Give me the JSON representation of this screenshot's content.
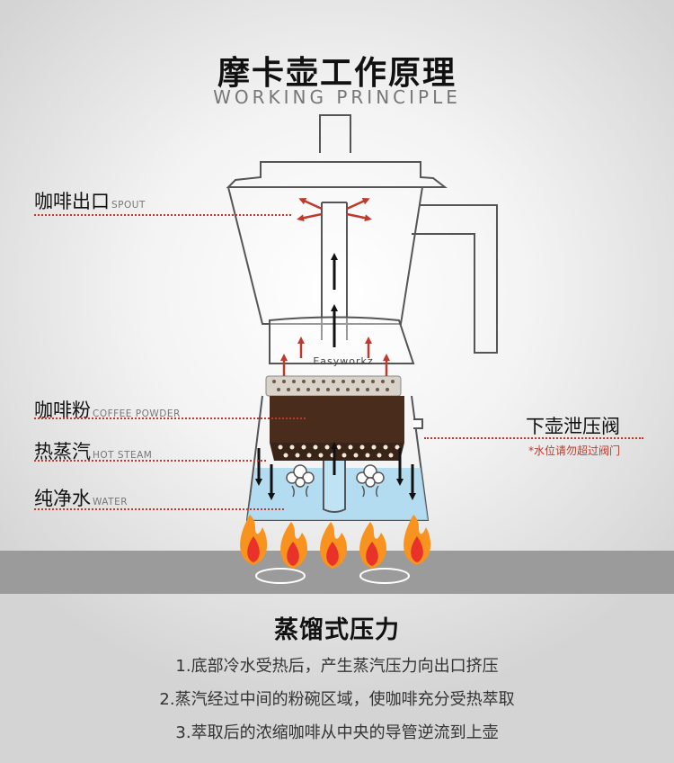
{
  "header": {
    "title": "摩卡壶工作原理",
    "subtitle": "WORKING PRINCIPLE"
  },
  "brand": "Easyworkz",
  "labels": {
    "spout": {
      "cn": "咖啡出口",
      "en": "SPOUT"
    },
    "coffee_powder": {
      "cn": "咖啡粉",
      "en": "COFFEE POWDER"
    },
    "hot_steam": {
      "cn": "热蒸汽",
      "en": "HOT STEAM"
    },
    "water": {
      "cn": "纯净水",
      "en": "WATER"
    },
    "valve": {
      "cn": "下壶泄压阀",
      "note": "*水位请勿超过阀门"
    }
  },
  "section": {
    "title": "蒸馏式压力",
    "steps": [
      "1.底部冷水受热后，产生蒸汽压力向出口挤压",
      "2.蒸汽经过中间的粉碗区域，使咖啡充分受热萃取",
      "3.萃取后的浓缩咖啡从中央的导管逆流到上壶"
    ]
  },
  "colors": {
    "accent_red": "#c0392b",
    "water_blue": "#a9d8f1",
    "coffee_brown": "#4a2c1d",
    "flame_orange": "#f7931e",
    "flame_red": "#e8322a"
  }
}
